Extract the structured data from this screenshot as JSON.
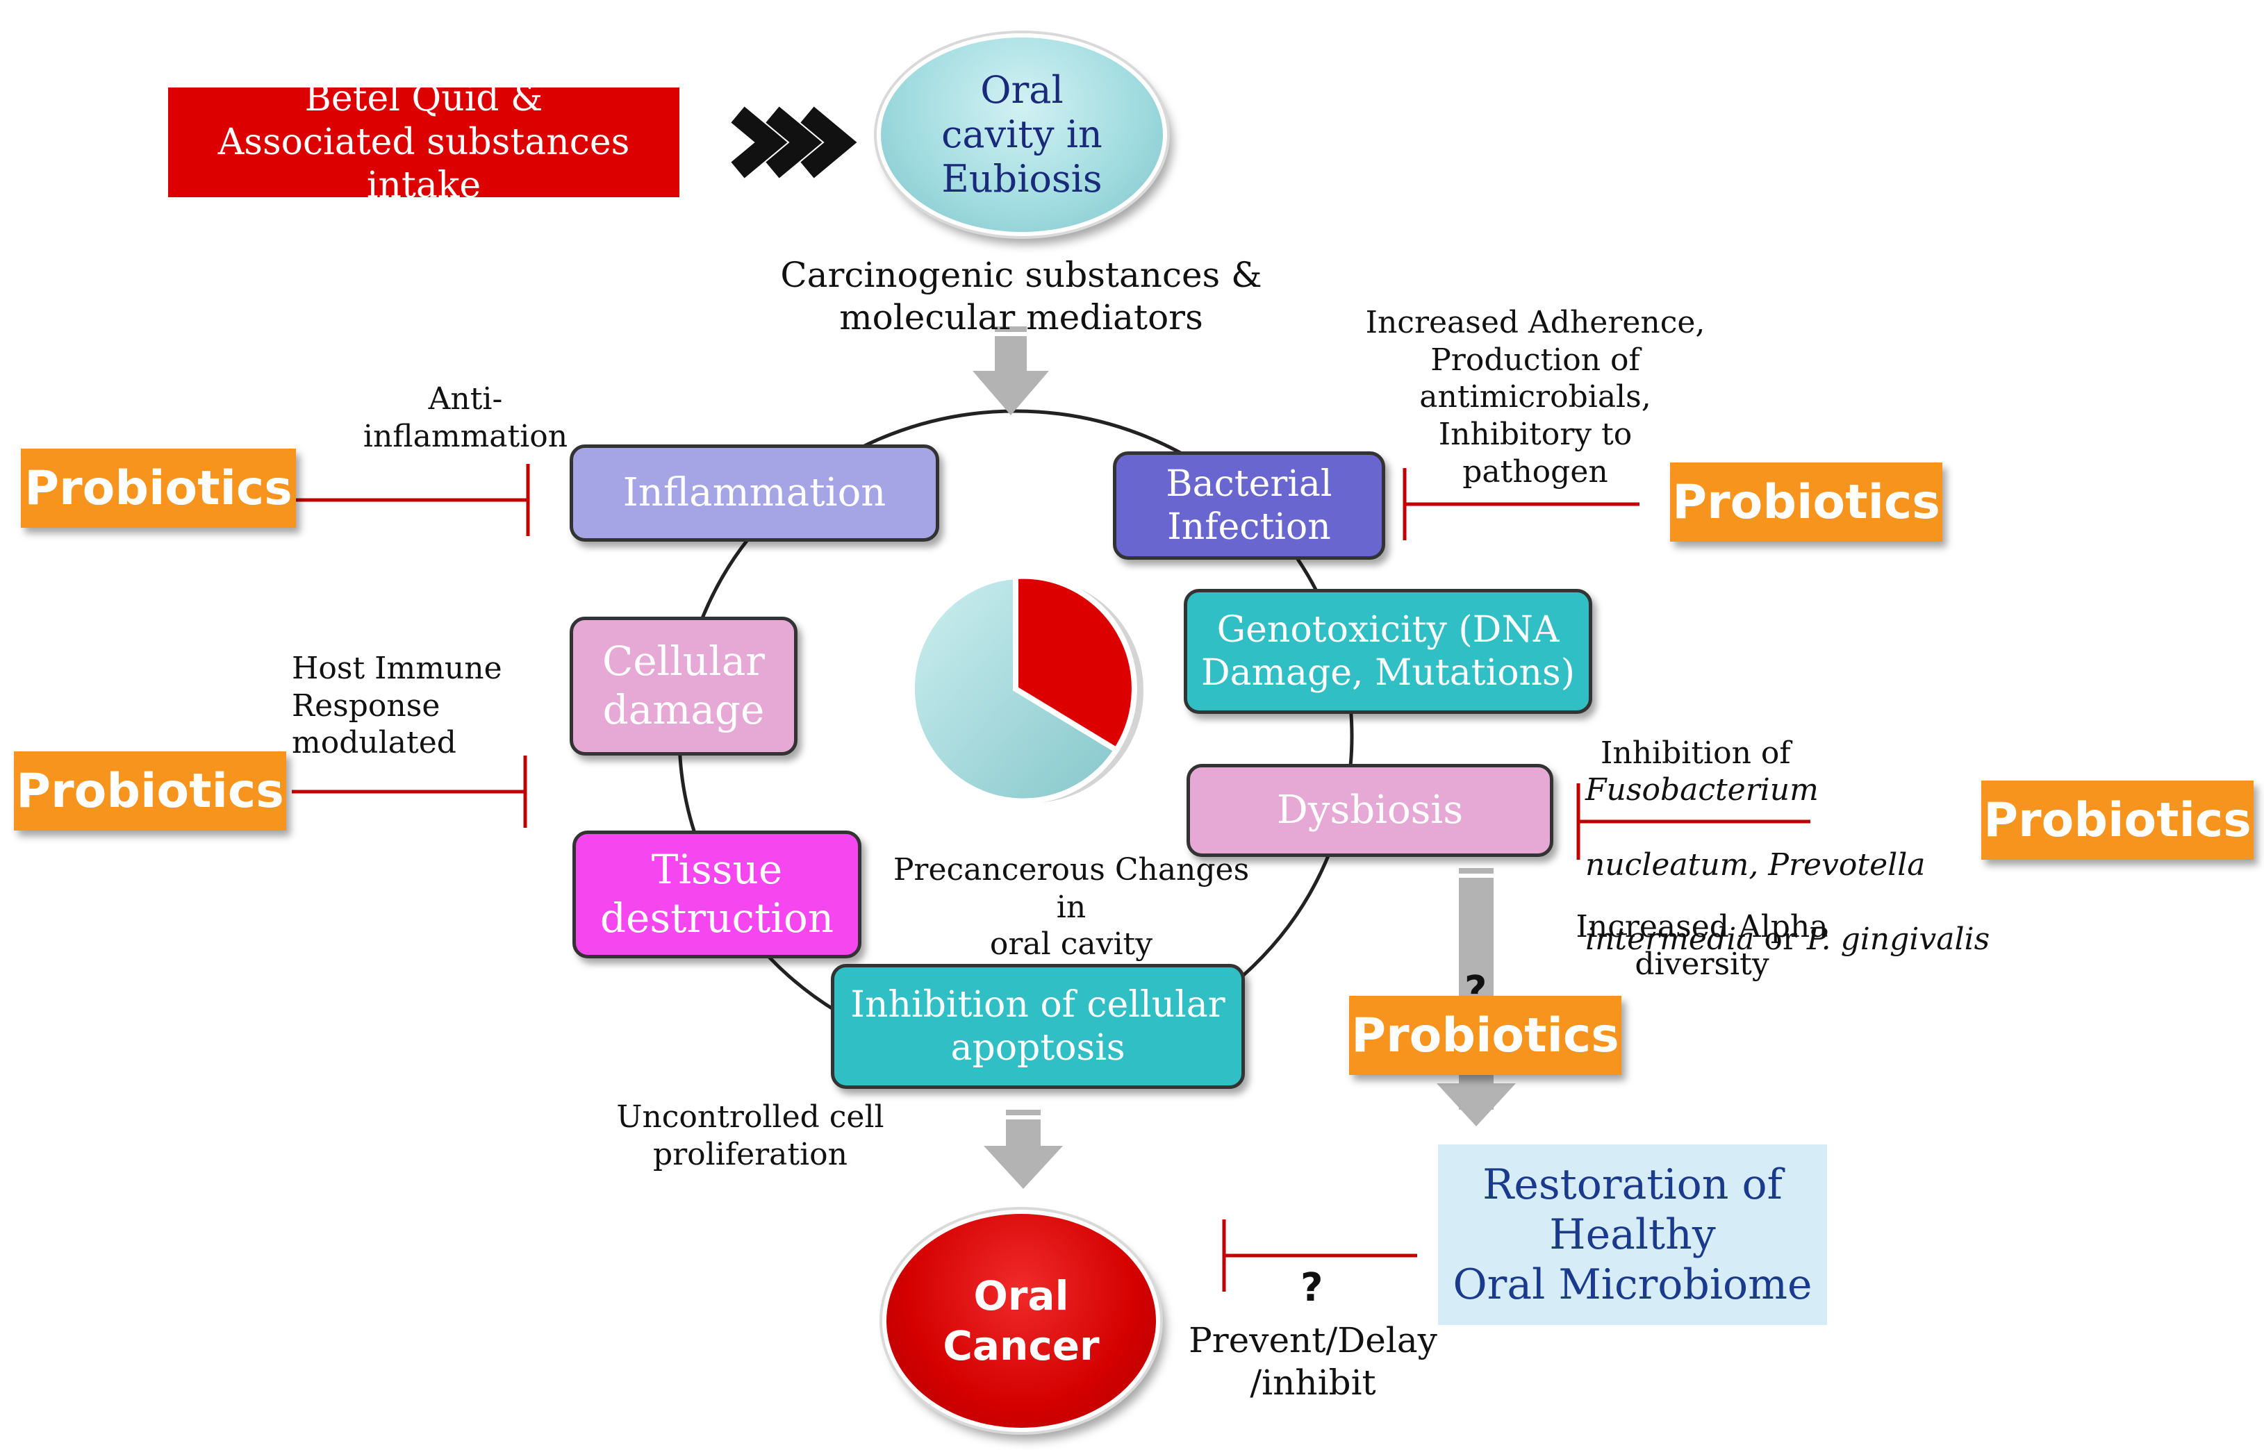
{
  "colors": {
    "red": "#dd0000",
    "orange": "#f7941d",
    "inhibit_line": "#c00000",
    "inflammation": "#a5a4e4",
    "bacterial": "#6a66d0",
    "teal": "#2fbfc4",
    "pink": "#e6a9d6",
    "magenta": "#f646f0",
    "pie_light": "#a8dadc",
    "restoration": "#d6ecf6",
    "restoration_text": "#1a3a8c",
    "eubiosis_text": "#1a2a7a"
  },
  "icons": [
    "chevron-triple-right-icon",
    "down-arrow-icon",
    "pie-chart-icon",
    "question-mark-icon"
  ],
  "header": {
    "betel": "Betel Quid &\nAssociated substances intake",
    "eubiosis": "Oral\ncavity in\nEubiosis"
  },
  "mediators": "Carcinogenic substances &\nmolecular mediators",
  "cycle": {
    "inflammation": "Inflammation",
    "bacterial": "Bacterial\nInfection",
    "genotoxicity": "Genotoxicity (DNA\nDamage, Mutations)",
    "cellular": "Cellular\ndamage",
    "dysbiosis": "Dysbiosis",
    "tissue": "Tissue\ndestruction",
    "apoptosis": "Inhibition of cellular\napoptosis",
    "center": "Precancerous Changes in\noral cavity"
  },
  "annotations": {
    "anti_inflammation": "Anti-\ninflammation",
    "adherence": "Increased Adherence,\nProduction of\nantimicrobials,\nInhibitory to pathogen",
    "host_immune": "Host Immune\nResponse\nmodulated",
    "inhibition_prefix": "Inhibition of ",
    "species_1": "Fusobacterium",
    "species_2": "nucleatum, Prevotella",
    "species_3": "intermedia",
    "or": " or ",
    "species_4": "P. gingivalis",
    "alpha": "Increased Alpha\ndiversity",
    "uncontrolled": "Uncontrolled cell proliferation",
    "prevent": "Prevent/Delay\n/inhibit",
    "question": "?"
  },
  "probiotics_label": "Probiotics",
  "outcome": {
    "cancer": "Oral\nCancer",
    "restoration": "Restoration of\nHealthy\nOral Microbiome"
  }
}
